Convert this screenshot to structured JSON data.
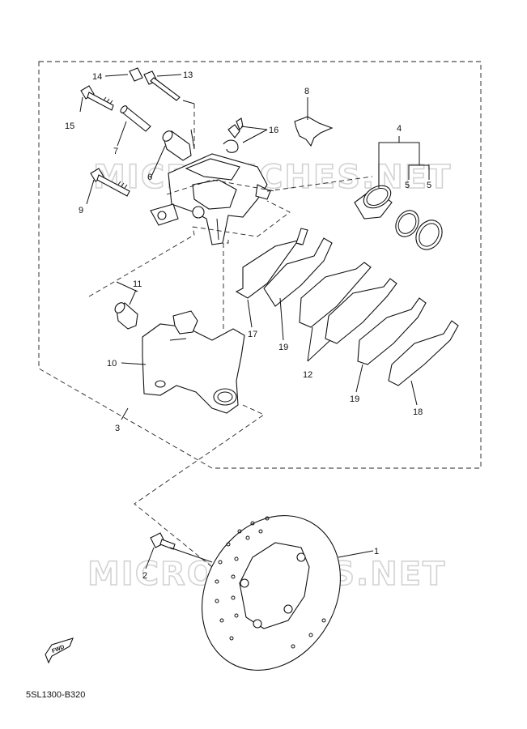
{
  "diagram": {
    "code": "5SL1300-B320",
    "watermark": "MICROFICHES.NET",
    "fwd_label": "FWD",
    "labels": {
      "l1": "1",
      "l2": "2",
      "l3": "3",
      "l4": "4",
      "l5a": "5",
      "l5b": "5",
      "l6": "6",
      "l7": "7",
      "l8": "8",
      "l9": "9",
      "l10": "10",
      "l11": "11",
      "l12": "12",
      "l13": "13",
      "l14": "14",
      "l15": "15",
      "l16": "16",
      "l17": "17",
      "l18": "18",
      "l19a": "19",
      "l19b": "19"
    }
  }
}
